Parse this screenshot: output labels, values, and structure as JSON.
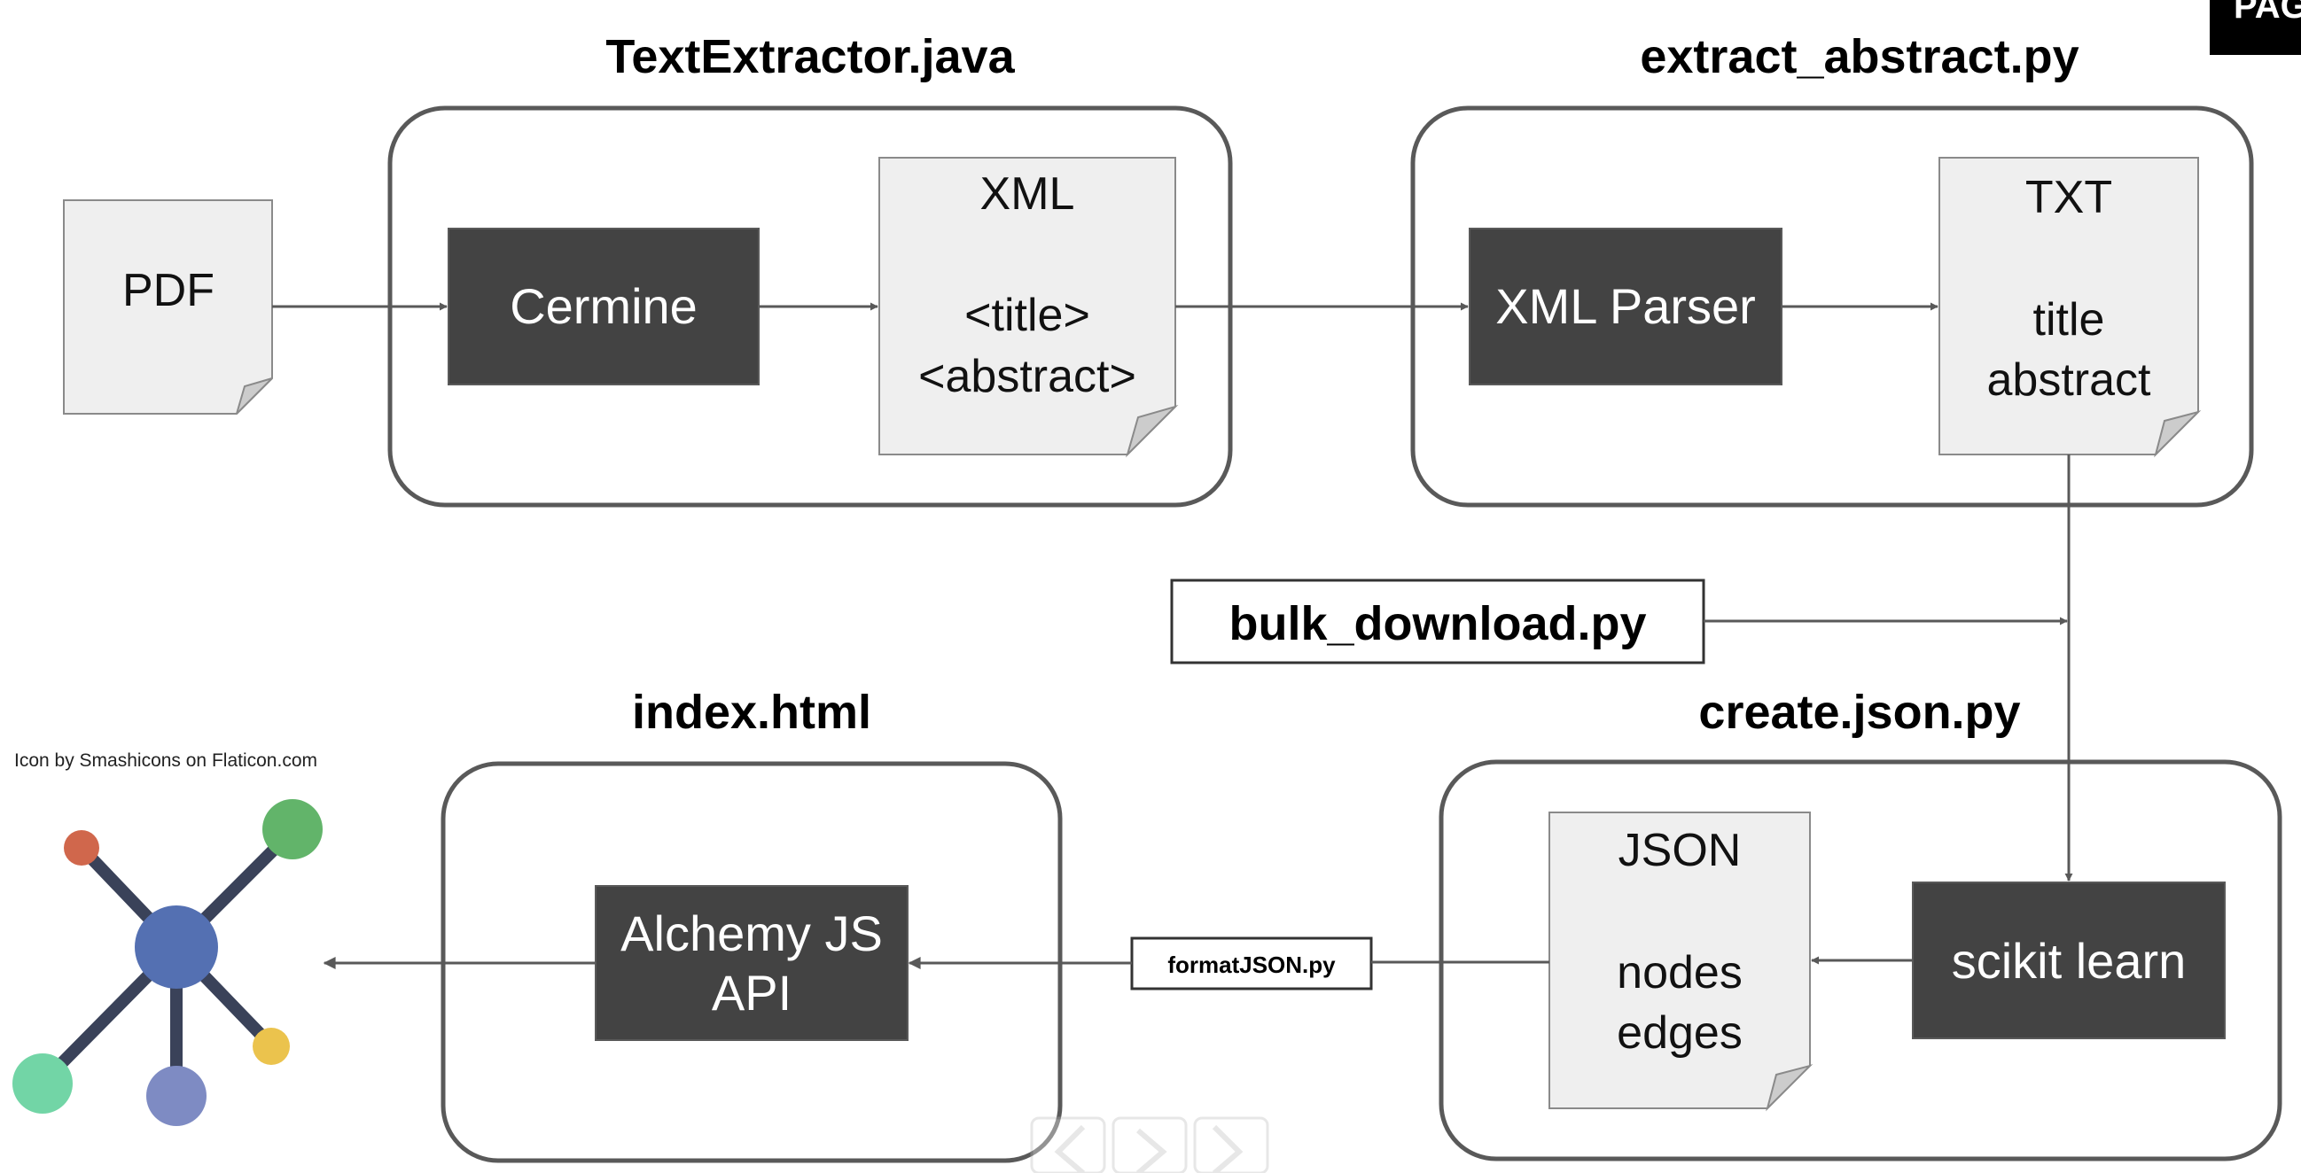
{
  "page_tag": "PAG",
  "scripts": {
    "text_extractor": "TextExtractor.java",
    "extract_abstract": "extract_abstract.py",
    "index_html": "index.html",
    "create_json": "create.json.py"
  },
  "inputs": {
    "pdf": "PDF",
    "bulk_download": "bulk_download.py",
    "format_json": "formatJSON.py"
  },
  "processes": {
    "cermine": "Cermine",
    "xml_parser": "XML Parser",
    "scikit_learn": "scikit learn",
    "alchemy_line1": "Alchemy JS",
    "alchemy_line2": "API"
  },
  "documents": {
    "xml": {
      "heading": "XML",
      "line1": "<title>",
      "line2": "<abstract>"
    },
    "txt": {
      "heading": "TXT",
      "line1": "title",
      "line2": "abstract"
    },
    "json": {
      "heading": "JSON",
      "line1": "nodes",
      "line2": "edges"
    }
  },
  "icon_credit": "Icon by Smashicons on Flaticon.com",
  "graph_icon": "network-graph-icon",
  "colors": {
    "process_fill": "#434343",
    "document_fill": "#efefef",
    "border": "#595959",
    "node_center": "#5470b2",
    "node_red": "#d0674c",
    "node_green": "#62b46a",
    "node_yellow": "#ebc34d",
    "node_teal": "#72d5a6",
    "node_purple": "#7e8bc3",
    "edge": "#3a4259"
  }
}
